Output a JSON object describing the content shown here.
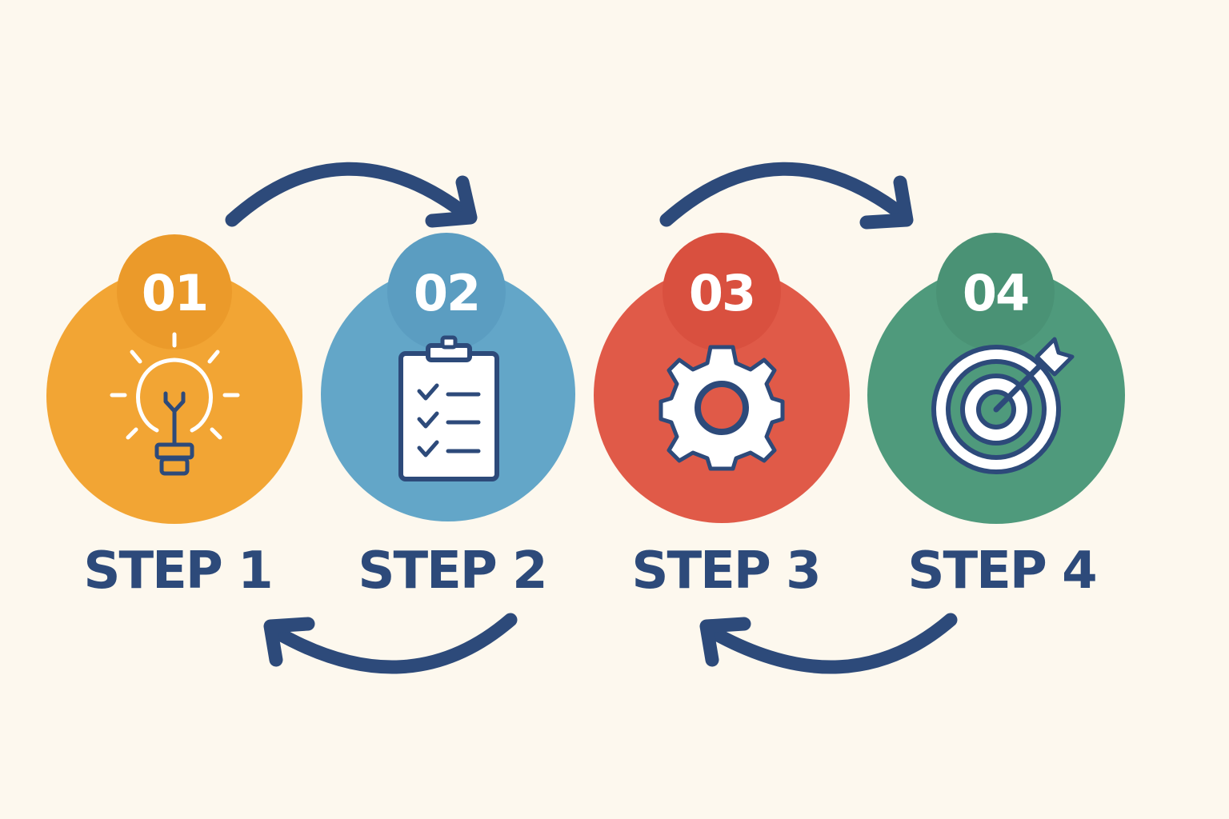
{
  "steps": [
    {
      "number": "01",
      "label": "STEP 1",
      "color": "#f2a534",
      "badge_color": "#eb9a2a",
      "icon": "lightbulb-icon"
    },
    {
      "number": "02",
      "label": "STEP 2",
      "color": "#63a6c8",
      "badge_color": "#5b9dc1",
      "icon": "clipboard-checklist-icon"
    },
    {
      "number": "03",
      "label": "STEP 3",
      "color": "#e05a48",
      "badge_color": "#d9503f",
      "icon": "gear-icon"
    },
    {
      "number": "04",
      "label": "STEP 4",
      "color": "#4f9a7c",
      "badge_color": "#4a9275",
      "icon": "target-icon"
    }
  ],
  "arrow_color": "#2d4a7a",
  "background": "#fdf8ee"
}
